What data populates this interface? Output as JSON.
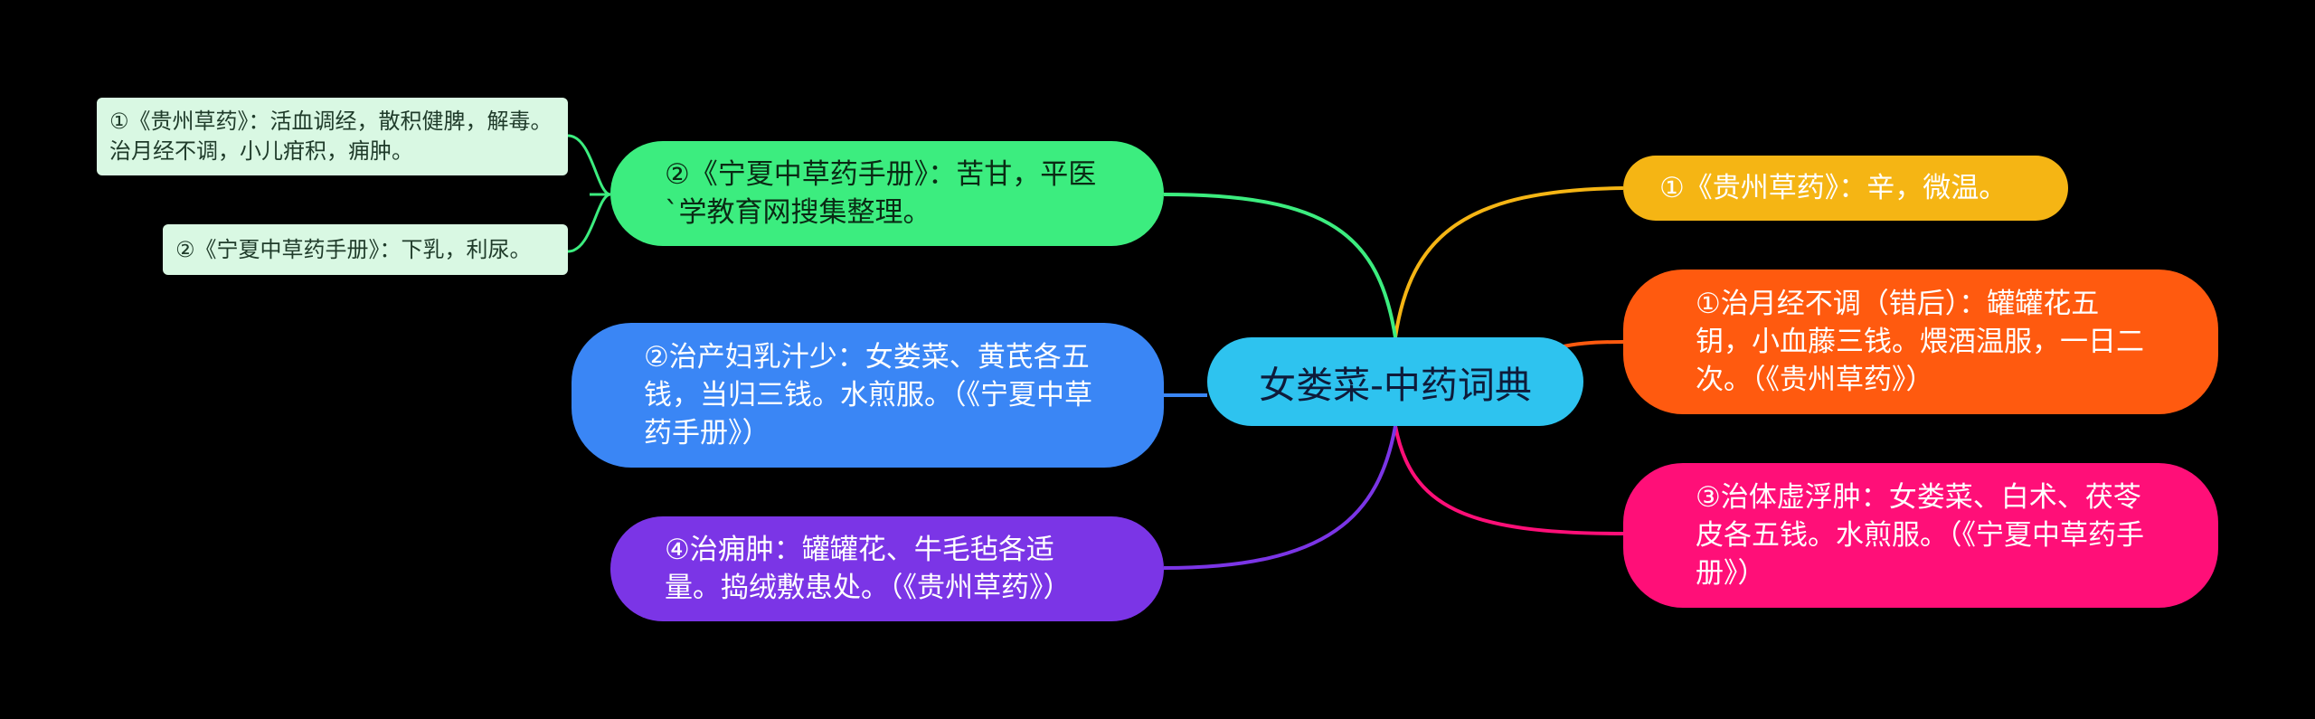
{
  "center": {
    "label": "女娄菜-中药词典",
    "color": "#2ec3ef"
  },
  "right_branches": [
    {
      "text": "①《贵州草药》：辛，微温。",
      "color": "#f5b514"
    },
    {
      "text": "①治月经不调（错后）：罐罐花五钥，小血藤三钱。煨酒温服，一日二次。（《贵州草药》）",
      "color": "#ff5a0f"
    },
    {
      "text": "③治体虚浮肿：女娄菜、白术、茯苓皮各五钱。水煎服。（《宁夏中草药手册》）",
      "color": "#ff0f78"
    }
  ],
  "left_branches": [
    {
      "text": "②《宁夏中草药手册》：苦甘，平医`学教育网搜集整理。",
      "color": "#3ced7f"
    },
    {
      "text": "②治产妇乳汁少：女娄菜、黄芪各五钱，当归三钱。水煎服。（《宁夏中草药手册》）",
      "color": "#3a86f5"
    },
    {
      "text": "④治痈肿：罐罐花、牛毛毡各适量。捣绒敷患处。（《贵州草药》）",
      "color": "#7b35e6"
    }
  ],
  "leaf_nodes": [
    {
      "text": "①《贵州草药》：活血调经，散积健脾，解毒。治月经不调，小儿疳积，痈肿。"
    },
    {
      "text": "②《宁夏中草药手册》：下乳，利尿。"
    }
  ],
  "colors": {
    "background": "#000000",
    "leaf_bg": "#d9f8e3",
    "leaf_link": "#3ced7f"
  }
}
